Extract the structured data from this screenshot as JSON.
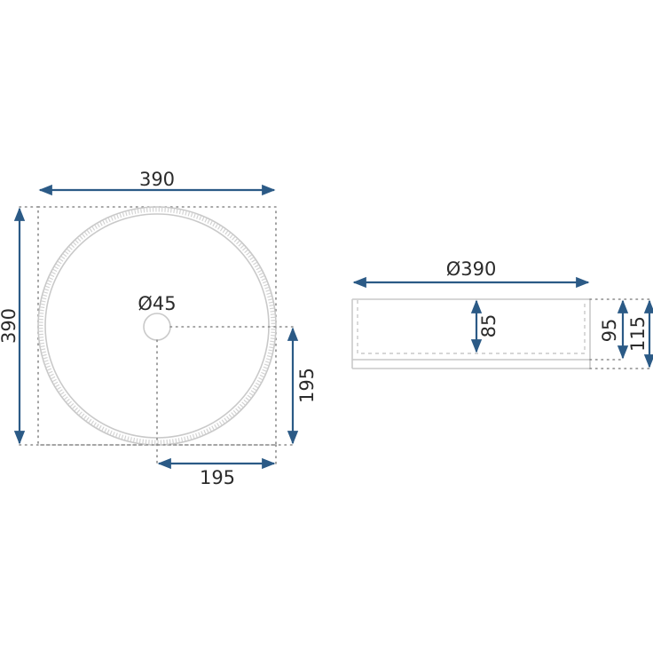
{
  "colors": {
    "dimension_line": "#2b5a86",
    "outline": "#c9c9c9",
    "guide_dots": "#8a8a8a",
    "text": "#2b2b2b"
  },
  "top_view": {
    "width_label": "390",
    "height_label": "390",
    "drain_label": "Ø45",
    "offset_vertical_label": "195",
    "offset_horizontal_label": "195"
  },
  "side_view": {
    "diameter_label": "Ø390",
    "inner_depth_label": "85",
    "bowl_height_label": "95",
    "total_height_label": "115"
  }
}
